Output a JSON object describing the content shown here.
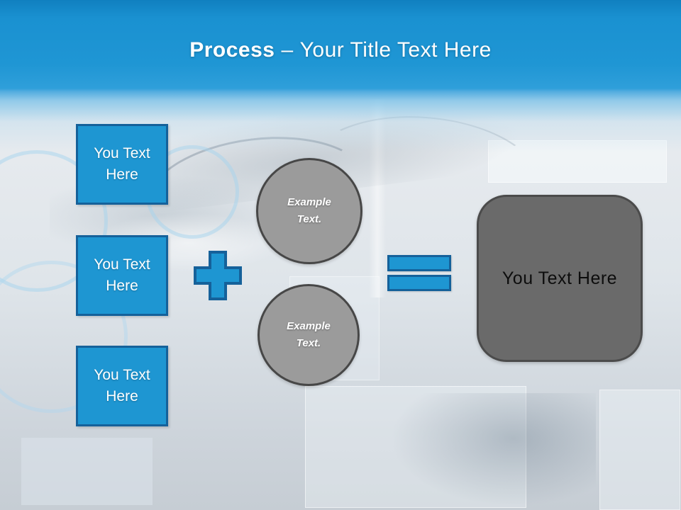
{
  "slide": {
    "title": {
      "emphasis": "Process",
      "separator": "–",
      "subtitle": "Your Title Text Here"
    },
    "left_column": {
      "boxes": [
        {
          "label": "You Text Here"
        },
        {
          "label": "You Text Here"
        },
        {
          "label": "You Text Here"
        }
      ]
    },
    "middle_circles": [
      {
        "label": "Example Text."
      },
      {
        "label": "Example Text."
      }
    ],
    "operators": [
      {
        "name": "plus",
        "symbol": "+"
      },
      {
        "name": "equals",
        "symbol": "="
      }
    ],
    "result_box": {
      "label": "You Text Here"
    },
    "colors": {
      "header_blue_top": "#1080c0",
      "header_blue": "#1f96d4",
      "shape_blue": "#1e96d2",
      "shape_blue_border": "#15619a",
      "circle_fill": "#9b9b9b",
      "circle_border": "#474747",
      "result_fill": "#6a6a6a",
      "result_border": "#4b4b4b",
      "title_text": "#ffffff",
      "box_text": "#ffffff",
      "circle_text": "#ffffff",
      "result_text": "#0d0d0d"
    }
  }
}
